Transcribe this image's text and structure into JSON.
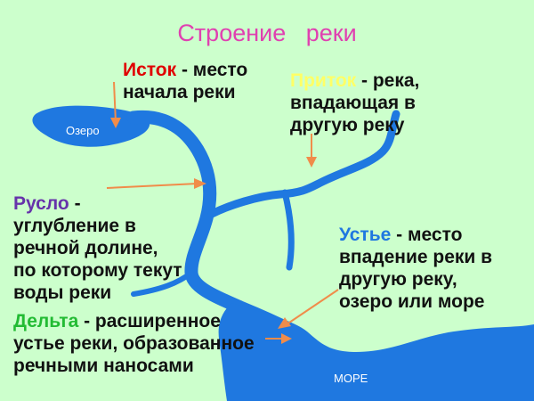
{
  "title": "Строение   реки",
  "colors": {
    "background": "#ccffcc",
    "water": "#1f78e0",
    "title": "#e040b0",
    "arrow": "#f08c4a",
    "istok": "#e00000",
    "pritok": "#ffff66",
    "ruslo": "#6633aa",
    "ustye": "#1f78e0",
    "delta": "#22bb33"
  },
  "map_labels": {
    "lake": "Озеро",
    "sea": "МОРЕ"
  },
  "terms": {
    "istok": {
      "term": "Исток",
      "rest": " - место",
      "lines": [
        "начала реки"
      ]
    },
    "pritok": {
      "term": "Приток",
      "rest": " - река,",
      "lines": [
        "впадающая в",
        "другую реку"
      ]
    },
    "ruslo": {
      "term": "Русло",
      "rest": " -",
      "lines": [
        "углубление в",
        "речной долине,",
        "по которому текут",
        "воды реки"
      ]
    },
    "ustye": {
      "term": "Устье",
      "rest": " - место",
      "lines": [
        "впадение реки в",
        "другую реку,",
        "озеро или море"
      ]
    },
    "delta": {
      "term": "Дельта",
      "rest": " - расширенное",
      "lines": [
        "устье реки, образованное",
        "речными наносами"
      ]
    }
  }
}
